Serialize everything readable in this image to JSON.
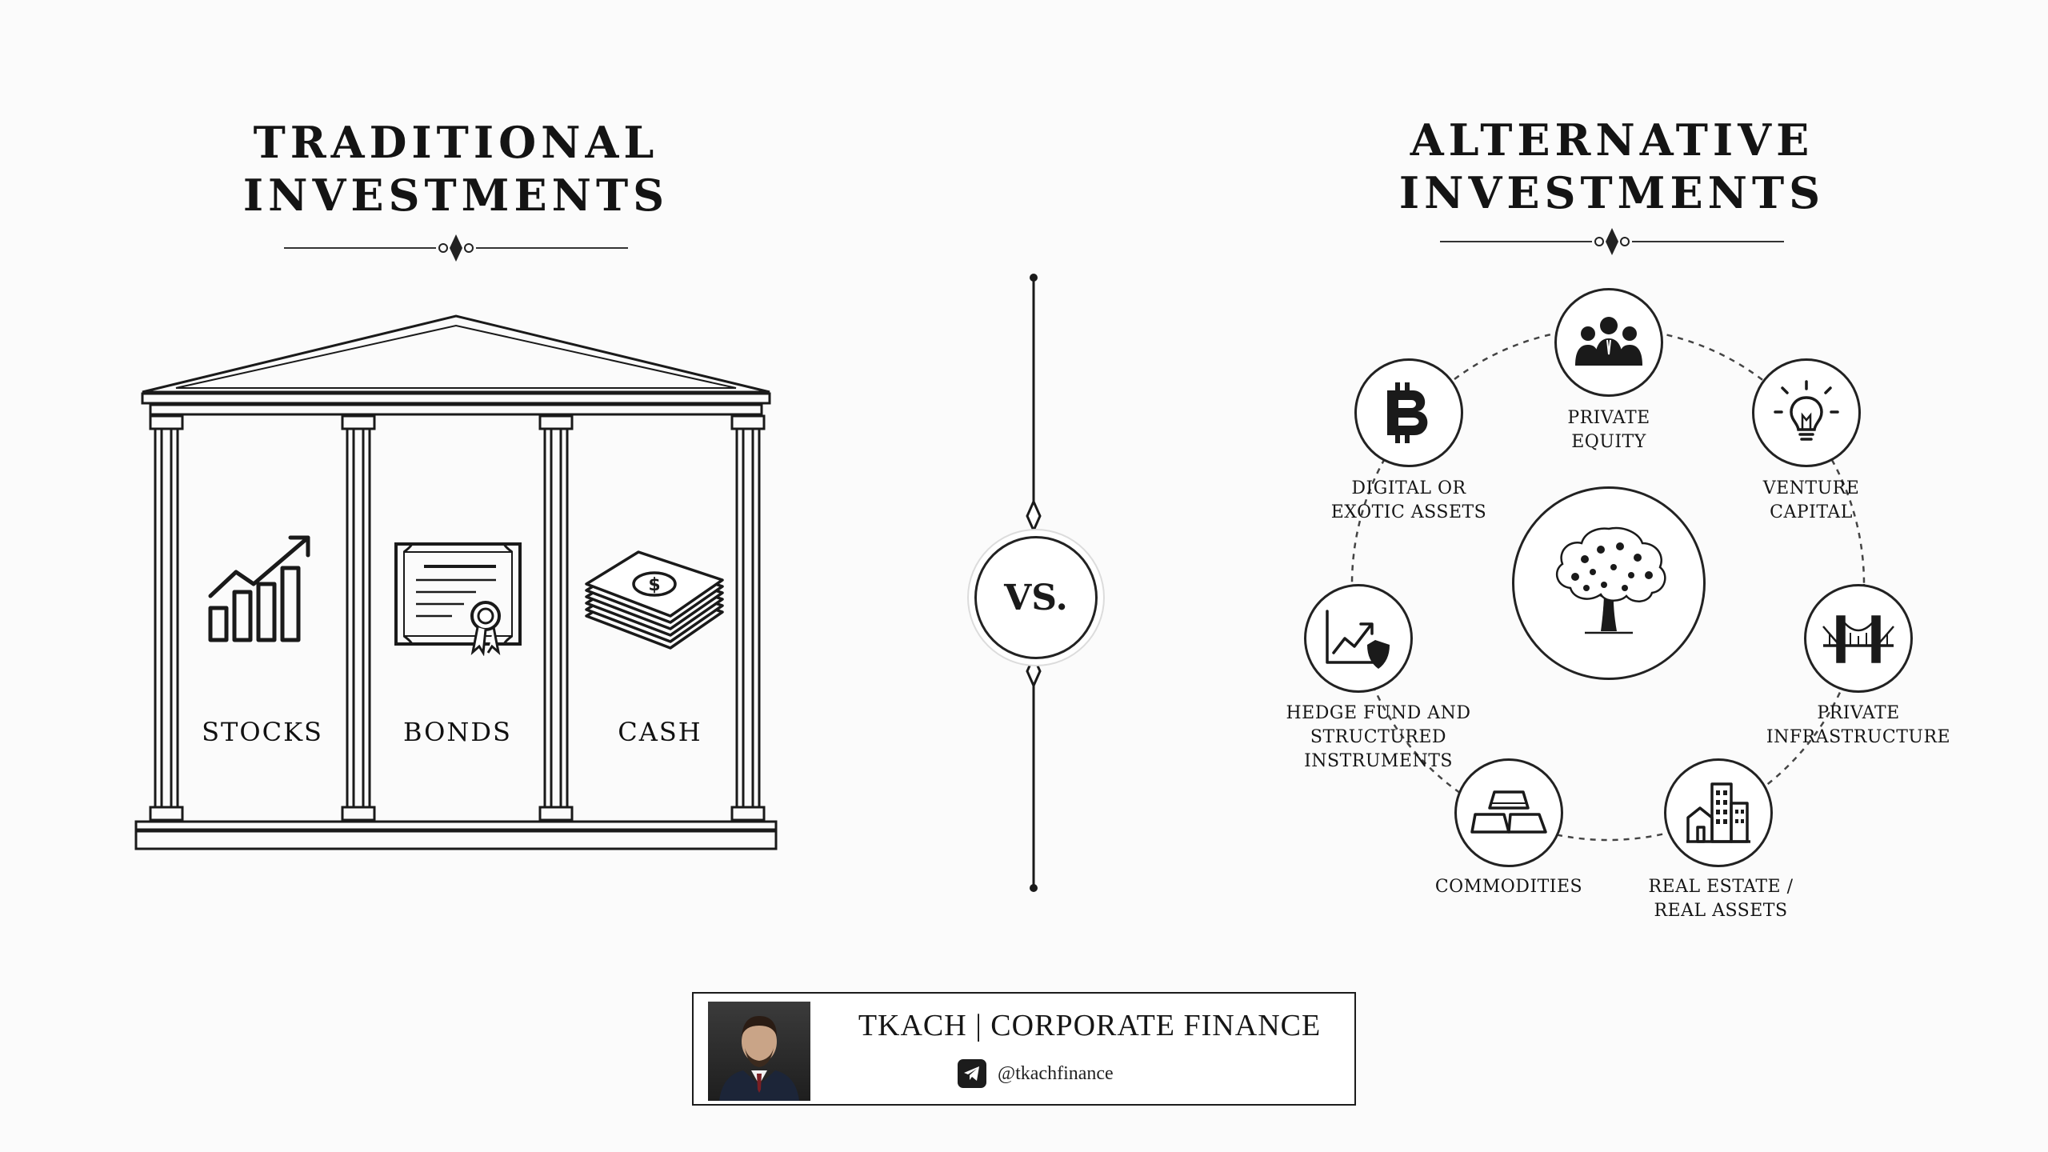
{
  "traditional": {
    "title_line1": "TRADITIONAL",
    "title_line2": "INVESTMENTS",
    "columns": [
      {
        "label": "STOCKS",
        "icon": "bar-chart-trend-icon"
      },
      {
        "label": "BONDS",
        "icon": "certificate-icon"
      },
      {
        "label": "CASH",
        "icon": "banknote-stack-icon"
      }
    ]
  },
  "divider": {
    "vs_label": "VS."
  },
  "alternative": {
    "title_line1": "ALTERNATIVE",
    "title_line2": "INVESTMENTS",
    "center_icon": "tree-icon",
    "nodes": [
      {
        "label_line1": "PRIVATE",
        "label_line2": "EQUITY",
        "icon": "people-group-icon"
      },
      {
        "label_line1": "VENTURE",
        "label_line2": "CAPITAL",
        "icon": "lightbulb-icon"
      },
      {
        "label_line1": "PRIVATE",
        "label_line2": "INFRASTRUCTURE",
        "icon": "bridge-icon"
      },
      {
        "label_line1": "REAL ESTATE /",
        "label_line2": "REAL ASSETS",
        "icon": "buildings-icon"
      },
      {
        "label_line1": "COMMODITIES",
        "label_line2": "",
        "icon": "gold-bars-icon"
      },
      {
        "label_line1": "HEDGE FUND AND",
        "label_line2": "STRUCTURED INSTRUMENTS",
        "icon": "chart-shield-icon"
      },
      {
        "label_line1": "DIGITAL OR",
        "label_line2": "EXOTIC ASSETS",
        "icon": "bitcoin-icon"
      }
    ]
  },
  "footer": {
    "brand": "TKACH | CORPORATE FINANCE",
    "handle": "@tkachfinance",
    "handle_icon": "telegram-icon"
  }
}
